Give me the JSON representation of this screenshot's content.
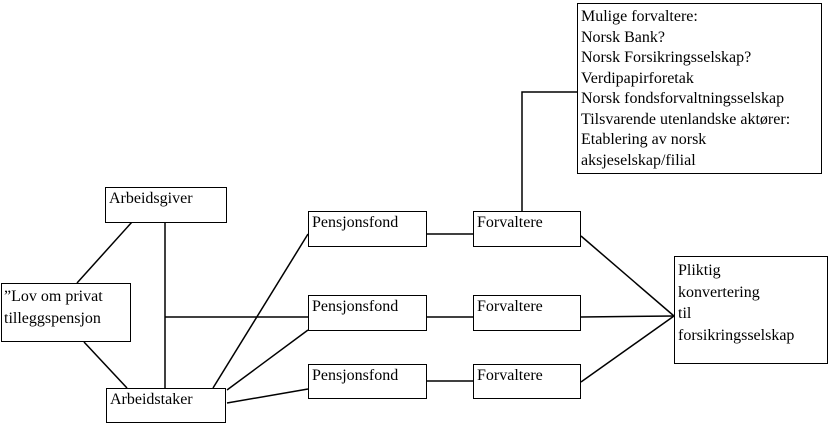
{
  "colors": {
    "background": "#ffffff",
    "line": "#000000",
    "text": "#000000"
  },
  "boxes": {
    "mulige_forvaltere": {
      "lines": [
        "Mulige forvaltere:",
        "Norsk Bank?",
        "Norsk Forsikringsselskap?",
        "Verdipapirforetak",
        "Norsk fondsforvaltningsselskap",
        "Tilsvarende utenlandske aktører:",
        "Etablering av norsk",
        "aksjeselskap/filial"
      ]
    },
    "arbeidsgiver": {
      "label": "Arbeidsgiver"
    },
    "lov_om_privat": {
      "lines": [
        "”Lov om privat",
        "tilleggspensjon"
      ]
    },
    "arbeidstaker": {
      "label": "Arbeidstaker"
    },
    "pensjonsfond_1": {
      "label": "Pensjonsfond"
    },
    "pensjonsfond_2": {
      "label": "Pensjonsfond"
    },
    "pensjonsfond_3": {
      "label": "Pensjonsfond"
    },
    "forvaltere_1": {
      "label": "Forvaltere"
    },
    "forvaltere_2": {
      "label": "Forvaltere"
    },
    "forvaltere_3": {
      "label": "Forvaltere"
    },
    "pliktig_konvertering": {
      "lines": [
        "Pliktig",
        "konvertering",
        "til",
        "forsikringsselskap"
      ]
    }
  }
}
